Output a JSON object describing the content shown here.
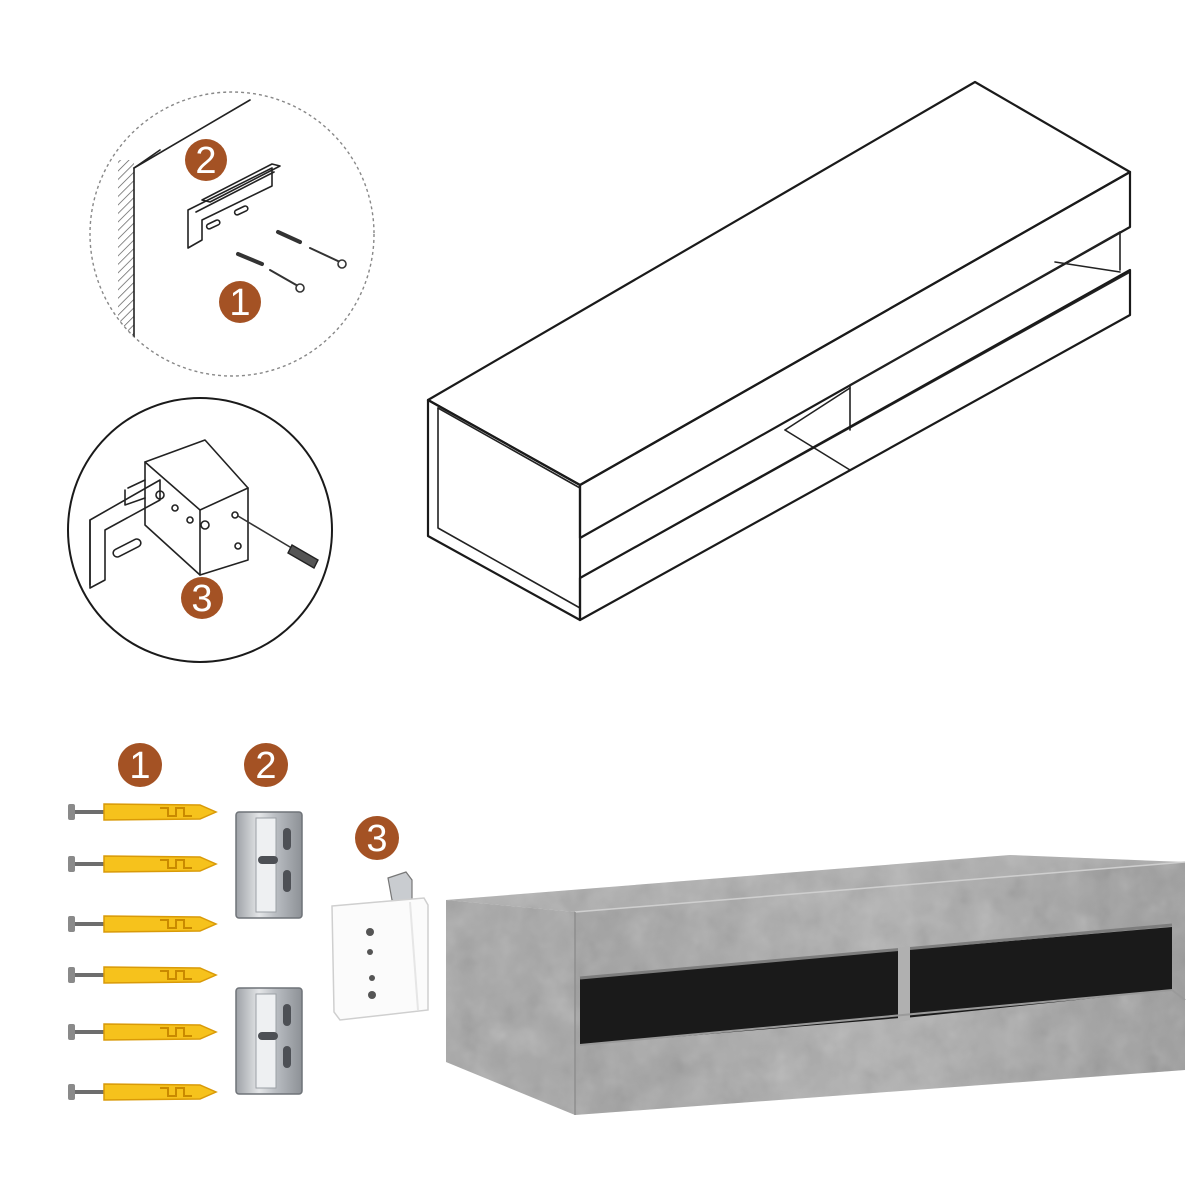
{
  "colors": {
    "badge": "#a45224",
    "anchor": "#f6c21c",
    "anchor_dark": "#d99a08",
    "concrete": "#a8a8a8",
    "concrete_dark": "#8c8c8c",
    "metal": "#c9ccd0",
    "opening": "#1a1a1a"
  },
  "badges": {
    "top_bracket": "2",
    "top_anchor": "1",
    "top_screwdriver": "3",
    "parts_anchor": "1",
    "parts_bracket": "2",
    "parts_hanger": "3"
  },
  "parts": {
    "anchor_count": 6,
    "bracket_count": 2,
    "hanger_count": 1
  }
}
